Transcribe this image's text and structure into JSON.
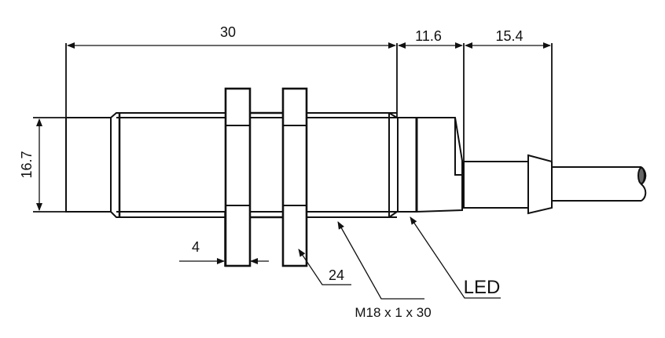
{
  "dimensions": {
    "length": "30",
    "led_section": "11.6",
    "cable_section": "15.4",
    "diameter": "16.7",
    "nut_thickness": "4",
    "nut_size": "24"
  },
  "callouts": {
    "thread": "M18 x 1 x 30",
    "led": "LED"
  },
  "colors": {
    "line": "#111111",
    "background": "#ffffff"
  }
}
